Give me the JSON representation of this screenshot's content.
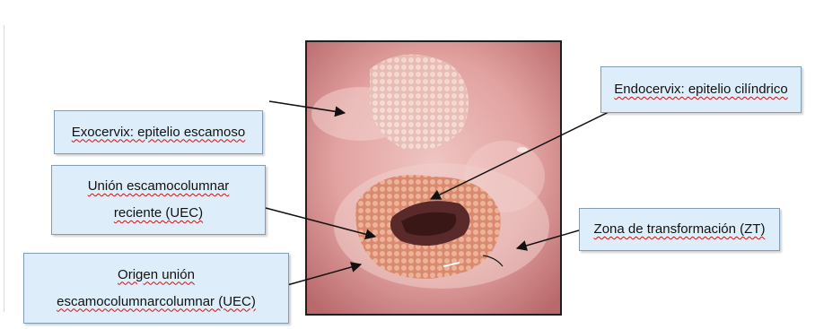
{
  "labels": {
    "exocervix": "Exocervix: epitelio escamoso",
    "endocervix": "Endocervix: epitelio cilíndrico",
    "uec_reciente_line1": "Unión escamocolumnar",
    "uec_reciente_line2": "reciente (UEC)",
    "zona_transformacion": "Zona de transformación (ZT)",
    "origen_uec_line1": "Origen unión",
    "origen_uec_line2": "escamocolumnarcolumnar (UEC)"
  },
  "colors": {
    "box_fill": "#ddeefa",
    "box_border": "#7f9db9",
    "spellcheck_underline": "#d01010",
    "tissue_pink": "#e7a7a4",
    "epithelium_columnar": "#d98a6e"
  }
}
